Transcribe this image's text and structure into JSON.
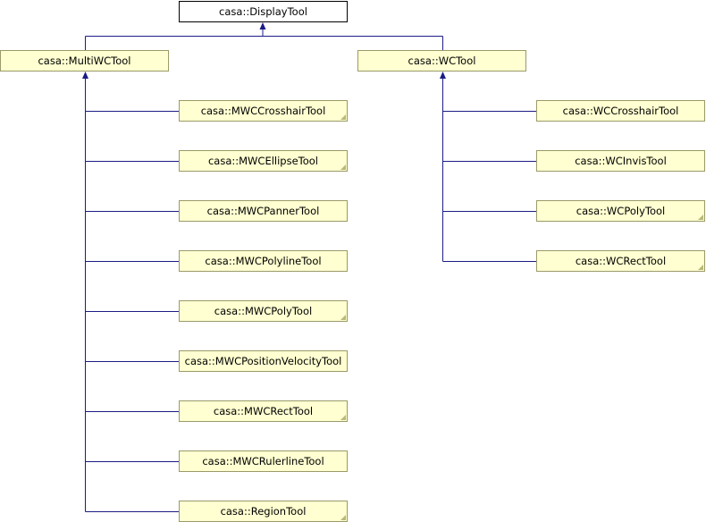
{
  "diagram": {
    "root": {
      "label": "casa::DisplayTool"
    },
    "branches": [
      {
        "label": "casa::MultiWCTool",
        "children": [
          {
            "label": "casa::MWCCrosshairTool"
          },
          {
            "label": "casa::MWCEllipseTool"
          },
          {
            "label": "casa::MWCPannerTool"
          },
          {
            "label": "casa::MWCPolylineTool"
          },
          {
            "label": "casa::MWCPolyTool"
          },
          {
            "label": "casa::MWCPositionVelocityTool"
          },
          {
            "label": "casa::MWCRectTool"
          },
          {
            "label": "casa::MWCRulerlineTool"
          },
          {
            "label": "casa::RegionTool"
          }
        ]
      },
      {
        "label": "casa::WCTool",
        "children": [
          {
            "label": "casa::WCCrosshairTool"
          },
          {
            "label": "casa::WCInvisTool"
          },
          {
            "label": "casa::WCPolyTool"
          },
          {
            "label": "casa::WCRectTool"
          }
        ]
      }
    ],
    "colors": {
      "node_fill": "#ffffd1",
      "node_border": "#9a9a6a",
      "root_fill": "#ffffff",
      "connector": "#1c1c86"
    }
  }
}
